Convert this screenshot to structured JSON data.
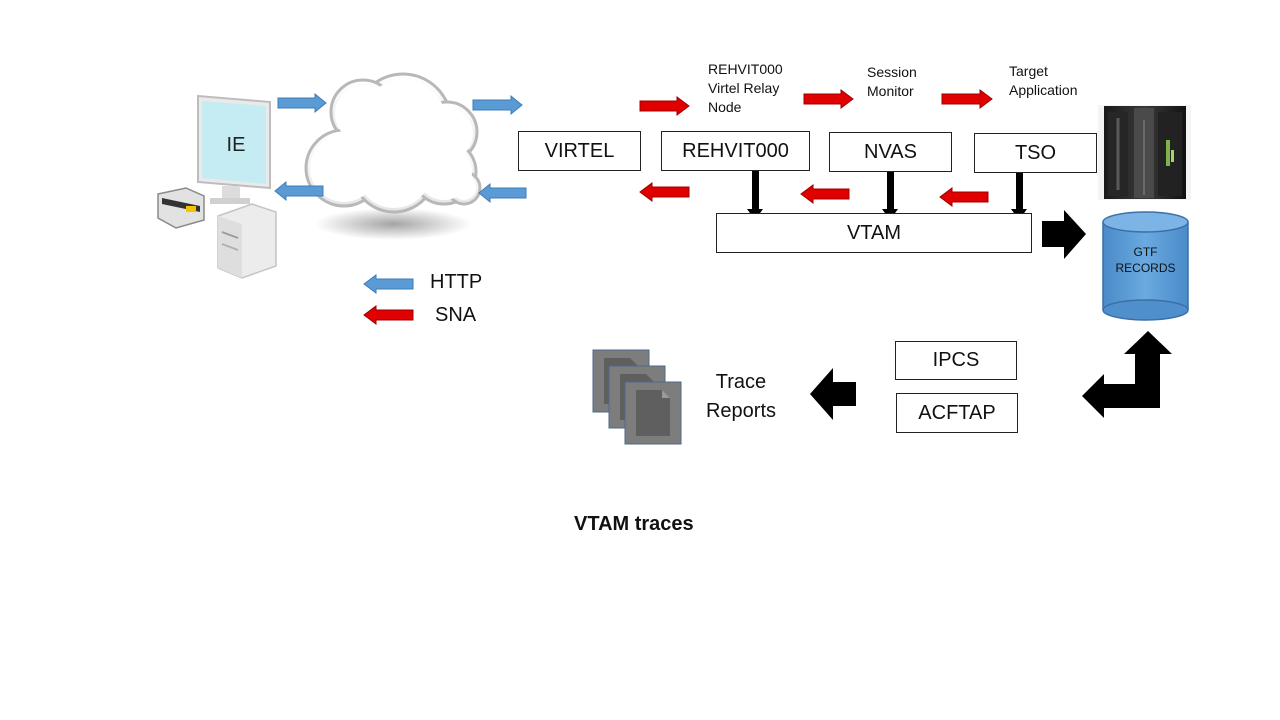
{
  "diagram": {
    "title": "VTAM traces",
    "pc_label": "IE",
    "components": {
      "virtel": "VIRTEL",
      "rehvit000": "REHVIT000",
      "nvas": "NVAS",
      "tso": "TSO",
      "vtam": "VTAM",
      "ipcs": "IPCS",
      "acftap": "ACFTAP"
    },
    "annotations": {
      "relay_node": [
        "REHVIT000",
        "Virtel Relay",
        "Node"
      ],
      "session_monitor": [
        "Session",
        "Monitor"
      ],
      "target_application": [
        "Target",
        "Application"
      ]
    },
    "gtf_records": [
      "GTF",
      "RECORDS"
    ],
    "trace_reports": [
      "Trace",
      "Reports"
    ],
    "legend": [
      {
        "label": "HTTP",
        "color": "#5b9bd5"
      },
      {
        "label": "SNA",
        "color": "#e00000"
      }
    ]
  },
  "colors": {
    "http_arrow": "#5b9bd5",
    "sna_arrow": "#e00000",
    "flow_arrow": "#000000",
    "cylinder": "#5b9bd5",
    "monitor_screen": "#c5ecf2"
  }
}
